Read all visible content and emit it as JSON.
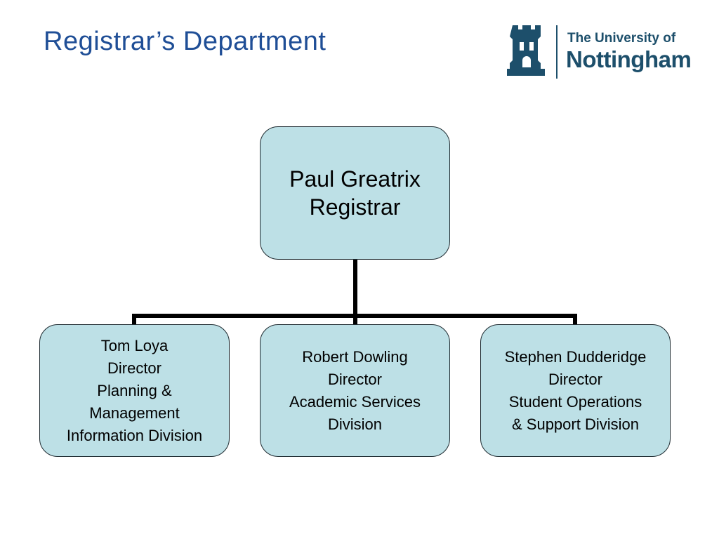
{
  "title": "Registrar’s Department",
  "logo": {
    "line1": "The University of",
    "line2": "Nottingham"
  },
  "colors": {
    "title": "#1f4e96",
    "node_fill": "#bde0e6",
    "node_border": "#1e2a30",
    "connector": "#000000",
    "logo": "#1d4f6b"
  },
  "org_chart": {
    "root": {
      "lines": [
        "Paul Greatrix",
        "Registrar"
      ]
    },
    "children": [
      {
        "lines": [
          "Tom Loya",
          "Director",
          "Planning &",
          "Management",
          "Information Division"
        ]
      },
      {
        "lines": [
          "Robert Dowling",
          "Director",
          "Academic Services",
          "Division"
        ]
      },
      {
        "lines": [
          "Stephen Dudderidge",
          "Director",
          "Student Operations",
          "& Support Division"
        ]
      }
    ]
  }
}
